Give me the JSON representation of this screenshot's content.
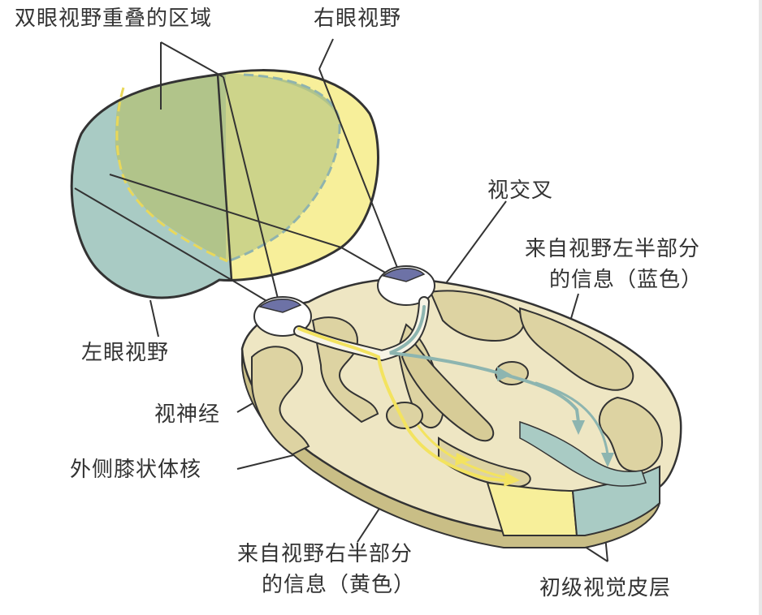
{
  "labels": {
    "overlap": "双眼视野重叠的区域",
    "right_field": "右眼视野",
    "left_field": "左眼视野",
    "chiasm": "视交叉",
    "left_half_line1": "来自视野左半部分",
    "left_half_line2": "的信息（蓝色）",
    "optic_nerve": "视神经",
    "lgn": "外侧膝状体核",
    "right_half_line1": "来自视野右半部分",
    "right_half_line2": "的信息（黄色）",
    "v1": "初级视觉皮层"
  },
  "colors": {
    "left_field_blue": "#a9cbc4",
    "right_field_yellow": "#f7ef9a",
    "overlap_green": "#b1c48a",
    "brain_tan": "#ddd3a2",
    "brain_fill": "#eee6c3",
    "pathway_yellow": "#f3e35f",
    "pathway_blue": "#8db5b0",
    "eye_iris": "#6d72a6",
    "outline": "#333333"
  }
}
